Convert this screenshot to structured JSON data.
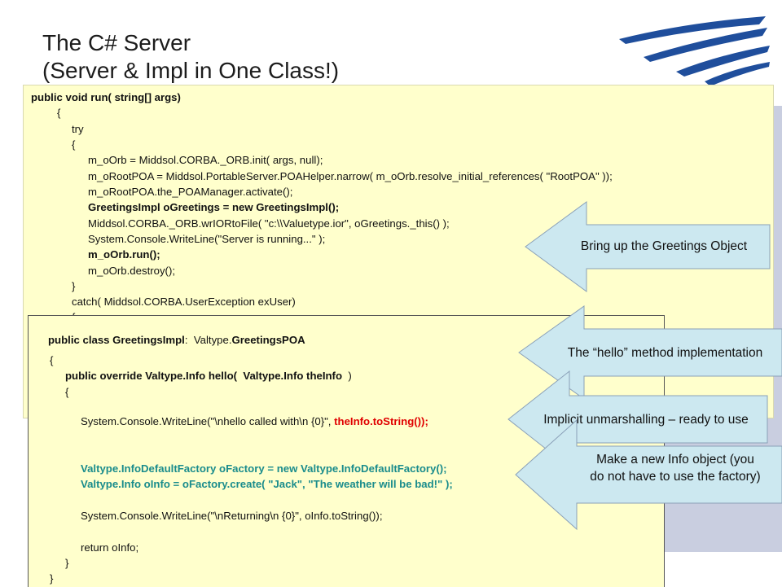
{
  "title": {
    "line1": "The C# Server",
    "line2": "(Server & Impl in One Class!)"
  },
  "code_top": [
    {
      "text": "public void run( string[] args)",
      "style": "b",
      "indent": 0
    },
    {
      "text": "{",
      "style": "",
      "indent": 1
    },
    {
      "text": "try",
      "style": "",
      "indent": 2
    },
    {
      "text": "{",
      "style": "",
      "indent": 2
    },
    {
      "text": "m_oOrb = Middsol.CORBA._ORB.init( args, null);",
      "style": "",
      "indent": 3
    },
    {
      "text": "m_oRootPOA = Middsol.PortableServer.POAHelper.narrow( m_oOrb.resolve_initial_references( \"RootPOA\" ));",
      "style": "",
      "indent": 3
    },
    {
      "text": "m_oRootPOA.the_POAManager.activate();",
      "style": "",
      "indent": 3
    },
    {
      "text": "GreetingsImpl oGreetings = new GreetingsImpl();",
      "style": "b",
      "indent": 3
    },
    {
      "text": "Middsol.CORBA._ORB.wrIORtoFile( \"c:\\\\Valuetype.ior\", oGreetings._this() );",
      "style": "mixed",
      "indent": 3
    },
    {
      "text": "System.Console.WriteLine(\"Server is running...\" );",
      "style": "",
      "indent": 3
    },
    {
      "text": "m_oOrb.run();",
      "style": "b",
      "indent": 3
    },
    {
      "text": "m_oOrb.destroy();",
      "style": "",
      "indent": 3
    },
    {
      "text": "}",
      "style": "",
      "indent": 2
    },
    {
      "text": "catch( Middsol.CORBA.UserException exUser)",
      "style": "",
      "indent": 2
    },
    {
      "text": "{",
      "style": "",
      "indent": 2
    }
  ],
  "code_bottom": {
    "class_decl_a": "public class GreetingsImpl",
    "class_decl_b": ":  Valtype.",
    "class_decl_c": "GreetingsPOA",
    "open1": "{",
    "method_a": "public override Valtype.Info hello(",
    "method_b": "  Valtype.Info theInfo",
    "method_c": "  )",
    "open2": "{",
    "write1_a": "System.Console.WriteLine(\"\\nhello called with\\n {0}\", ",
    "write1_b": "theInfo.toString());",
    "factory": "Valtype.InfoDefaultFactory oFactory = new Valtype.InfoDefaultFactory();",
    "create": "Valtype.Info oInfo = oFactory.create( \"Jack\", \"The weather will be bad!\" );",
    "write2": "System.Console.WriteLine(\"\\nReturning\\n {0}\", oInfo.toString());",
    "ret": "return oInfo;",
    "close2": "}",
    "close1": "}"
  },
  "callouts": {
    "c1": "Bring up the Greetings Object",
    "c2": "The “hello” method implementation",
    "c3": "Implicit unmarshalling – ready to use",
    "c4_line1": "Make a new Info object (you",
    "c4_line2": "do not have to use the factory)"
  },
  "colors": {
    "code_bg": "#ffffcc",
    "callout_fill": "#cce8f0",
    "highlight_red": "#e00000",
    "highlight_teal": "#1a8c8c",
    "logo_blue": "#1f4e9c"
  }
}
